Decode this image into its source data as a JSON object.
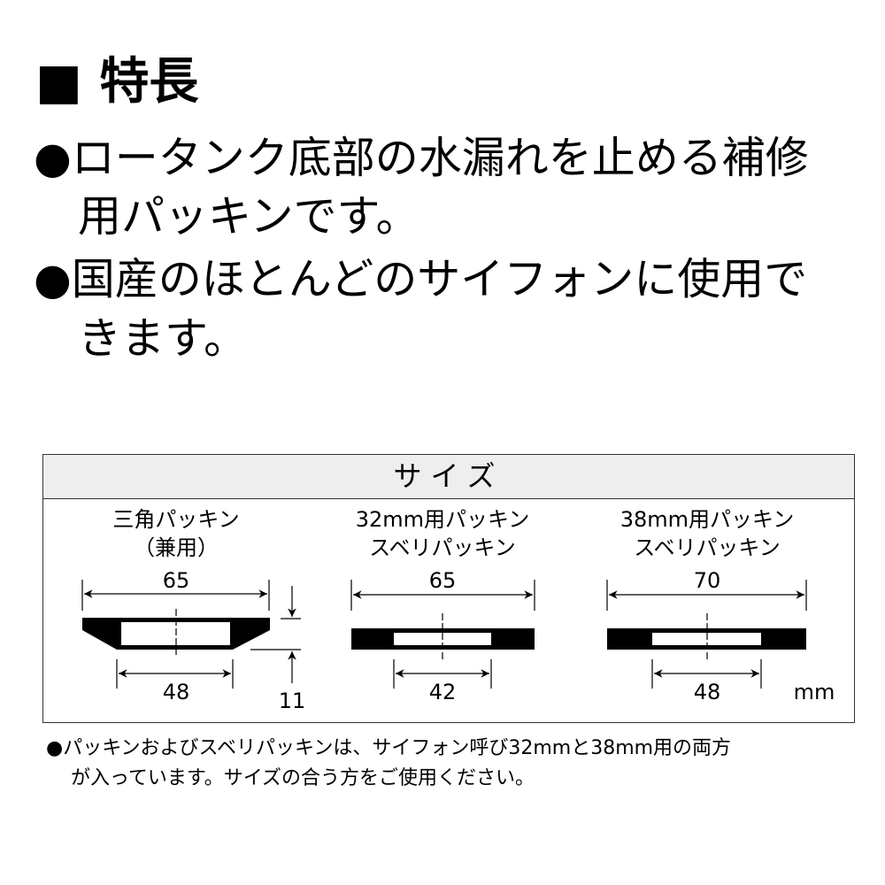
{
  "title": "■ 特長",
  "features": [
    {
      "line1": "●ロータンク底部の水漏れを止める補修",
      "line2": "用パッキンです。"
    },
    {
      "line1": "●国産のほとんどのサイフォンに使用で",
      "line2": "きます。"
    }
  ],
  "size_table": {
    "header": "サイズ",
    "unit": "mm",
    "items": [
      {
        "name_line1": "三角パッキン",
        "name_line2": "（兼用）",
        "outer": "65",
        "inner": "48",
        "height": "11"
      },
      {
        "name_line1": "32mm用パッキン",
        "name_line2": "スベリパッキン",
        "outer": "65",
        "inner": "42"
      },
      {
        "name_line1": "38mm用パッキン",
        "name_line2": "スベリパッキン",
        "outer": "70",
        "inner": "48"
      }
    ]
  },
  "note": {
    "line1": "●パッキンおよびスベリパッキンは、サイフォン呼び32mmと38mm用の両方",
    "line2": "が入っています。サイズの合う方をご使用ください。"
  }
}
